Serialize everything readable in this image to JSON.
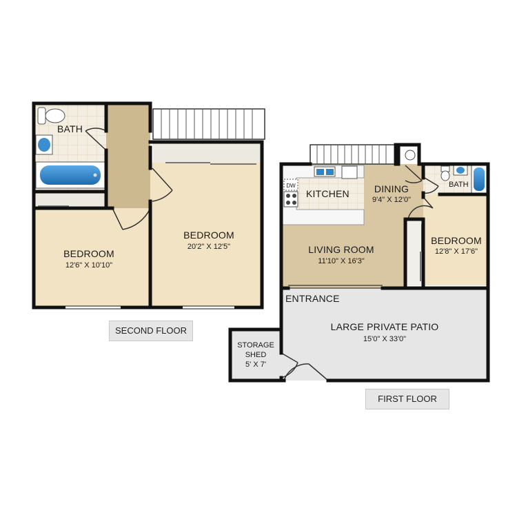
{
  "second_floor": {
    "label": "SECOND FLOOR",
    "rooms": [
      {
        "name": "BATH"
      },
      {
        "name": "BEDROOM",
        "dims": "12'6\" X 10'10\""
      },
      {
        "name": "BEDROOM",
        "dims": "20'2\" X 12'5\""
      }
    ]
  },
  "first_floor": {
    "label": "FIRST FLOOR",
    "rooms": [
      {
        "name": "KITCHEN"
      },
      {
        "name": "DINING",
        "dims": "9'4\" X 12'0\""
      },
      {
        "name": "BATH"
      },
      {
        "name": "LIVING ROOM",
        "dims": "11'10\" X 16'3\""
      },
      {
        "name": "BEDROOM",
        "dims": "12'8\" X 17'6\""
      },
      {
        "name": "ENTRANCE"
      },
      {
        "name": "LARGE PRIVATE PATIO",
        "dims": "15'0\" X 33'0\""
      },
      {
        "name_line1": "STORAGE",
        "name_line2": "SHED",
        "dims": "5' X 7'"
      }
    ],
    "appliance_label": "DW"
  },
  "colors": {
    "wall": "#111111",
    "bedroom_floor": "#f2e3c4",
    "carpet_floor": "#d8c7a2",
    "hall_floor": "#cdb98f",
    "tile_floor": "#f1ecde",
    "patio_floor": "#e6e6e6",
    "tub": "#2f83c8"
  }
}
